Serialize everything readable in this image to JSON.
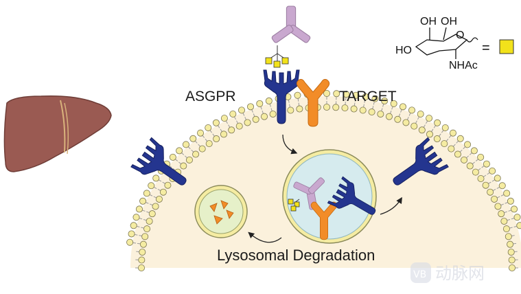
{
  "labels": {
    "receptor": "ASGPR",
    "target": "TARGET",
    "process": "Lysosomal Degradation"
  },
  "structure": {
    "oh1": "OH",
    "oh2": "OH",
    "ho": "HO",
    "o": "O",
    "nhac": "NHAc",
    "equals": "="
  },
  "watermark": {
    "text": "动脉网",
    "logo": "VB"
  },
  "colors": {
    "receptor": "#24358f",
    "target": "#f28c28",
    "antibody": "#c9a8cf",
    "glycan": "#f2e21b",
    "liver": "#9a5a52",
    "cell_interior": "#fbf1dc",
    "membrane_head": "#f5eca2",
    "endosome": "#d6ebee",
    "lysosome": "#e6f0c9"
  },
  "icons": [
    "liver-icon",
    "antibody-icon",
    "receptor-icon",
    "target-protein-icon",
    "glycan-square-icon",
    "arrow-icon"
  ]
}
